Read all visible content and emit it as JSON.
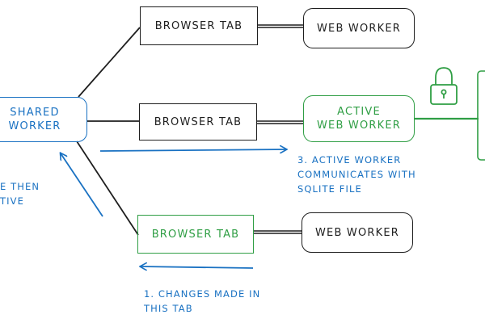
{
  "colors": {
    "ink": "#1e1e1e",
    "blue": "#1971c2",
    "green": "#2f9e44"
  },
  "nodes": {
    "shared_worker": [
      "SHARED",
      "WORKER"
    ],
    "tab_top": "BROWSER TAB",
    "tab_middle": "BROWSER TAB",
    "tab_bottom": "BROWSER TAB",
    "worker_top": "WEB WORKER",
    "worker_active": [
      "ACTIVE",
      "WEB WORKER"
    ],
    "worker_bottom": "WEB WORKER"
  },
  "notes": {
    "step1": [
      "1. CHANGES MADE IN",
      "THIS TAB"
    ],
    "step3": [
      "3. ACTIVE WORKER",
      "COMMUNICATES WITH",
      "SQLITE FILE"
    ],
    "step2_partial": [
      "E THEN",
      "TIVE"
    ]
  },
  "icons": {
    "lock": "lock-icon"
  }
}
